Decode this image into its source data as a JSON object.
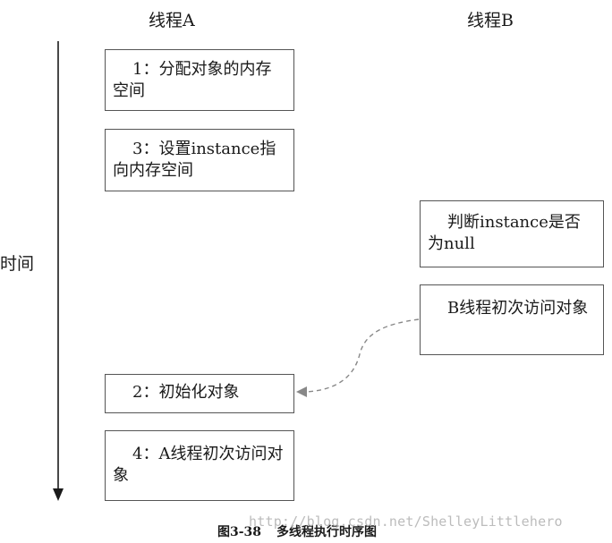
{
  "columns": {
    "thread_a": "线程A",
    "thread_b": "线程B"
  },
  "time_label": "时间",
  "boxes": {
    "a1": "1：分配对象的内存空间",
    "a3": "3：设置instance指向内存空间",
    "b1": "判断instance是否为null",
    "b2": "B线程初次访问对象",
    "a2": "2：初始化对象",
    "a4": "4：A线程初次访问对象"
  },
  "caption": {
    "figure_number": "图3-38",
    "title": "多线程执行时序图"
  },
  "watermark": "http://blog.csdn.net/ShelleyLittlehero",
  "colors": {
    "line": "#1a1a1a",
    "border": "#555555",
    "dashed_arrow": "#888888",
    "watermark": "#bcbcbc"
  }
}
